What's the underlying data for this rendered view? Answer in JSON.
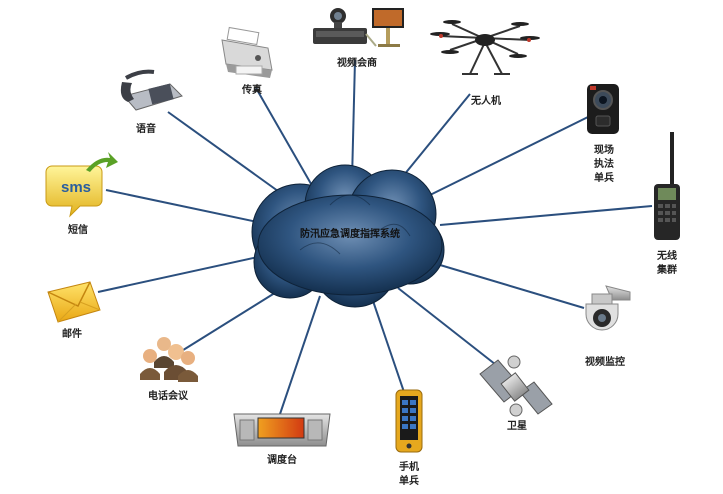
{
  "center": {
    "label": "防汛应急调度指挥系统"
  },
  "nodes": {
    "video_conference": "视频会商",
    "fax": "传真",
    "drone": "无人机",
    "voice": "语音",
    "body_camera": [
      "现场",
      "执法",
      "单兵"
    ],
    "sms": "短信",
    "sms_icon_text": "sms",
    "trunking_radio": [
      "无线",
      "集群"
    ],
    "mail": "邮件",
    "video_surveillance": "视频监控",
    "phone_conference": "电话会议",
    "satellite": "卫星",
    "dispatch_console": "调度台",
    "mobile_soldier": [
      "手机",
      "单兵"
    ]
  },
  "colors": {
    "link_line": "#2b4f7e",
    "cloud_dark": "#1f3f63",
    "cloud_light": "#6f8fb4",
    "sms_green": "#5aa126",
    "mail_yellow": "#f2c230"
  },
  "icons": {
    "video_conference": "video-conference-equipment-icon",
    "fax": "fax-machine-icon",
    "drone": "drone-icon",
    "voice": "telephone-icon",
    "body_camera": "body-camera-icon",
    "sms": "sms-bubble-icon",
    "trunking_radio": "walkie-talkie-icon",
    "mail": "envelope-icon",
    "video_surveillance": "dome-camera-icon",
    "phone_conference": "people-group-icon",
    "satellite": "satellite-icon",
    "dispatch_console": "dispatch-console-icon",
    "mobile_soldier": "handheld-terminal-icon"
  }
}
